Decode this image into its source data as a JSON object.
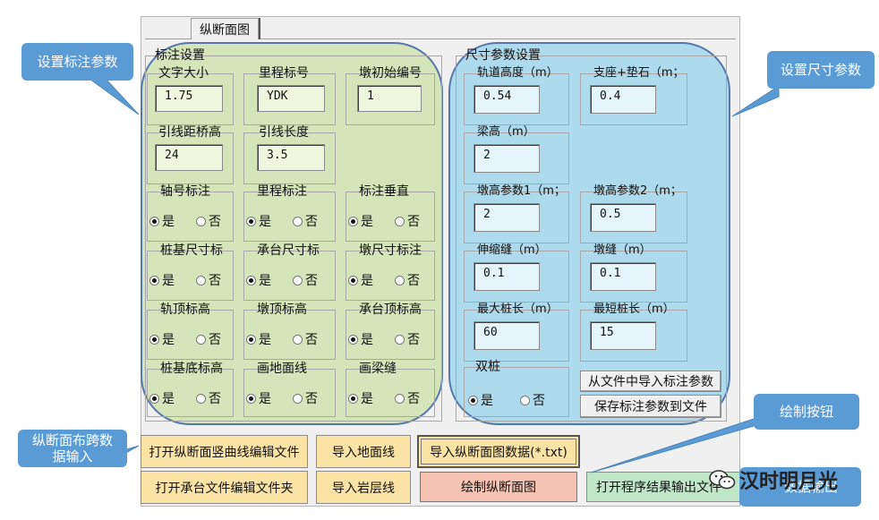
{
  "tab": {
    "label": "纵断面图"
  },
  "left_group": {
    "title": "标注设置",
    "fields": [
      {
        "label": "文字大小",
        "value": "1.75"
      },
      {
        "label": "里程标号",
        "value": "YDK"
      },
      {
        "label": "墩初始编号",
        "value": "1"
      },
      {
        "label": "引线距桥高",
        "value": "24"
      },
      {
        "label": "引线长度",
        "value": "3.5"
      }
    ],
    "yes_label": "是",
    "no_label": "否",
    "radio_groups": [
      {
        "label": "轴号标注",
        "selected": "yes"
      },
      {
        "label": "里程标注",
        "selected": "yes"
      },
      {
        "label": "标注垂直",
        "selected": "yes"
      },
      {
        "label": "桩基尺寸标",
        "selected": "yes"
      },
      {
        "label": "承台尺寸标",
        "selected": "yes"
      },
      {
        "label": "墩尺寸标注",
        "selected": "yes"
      },
      {
        "label": "轨顶标高",
        "selected": "yes"
      },
      {
        "label": "墩顶标高",
        "selected": "yes"
      },
      {
        "label": "承台顶标高",
        "selected": "yes"
      },
      {
        "label": "桩基底标高",
        "selected": "yes"
      },
      {
        "label": "画地面线",
        "selected": "yes"
      },
      {
        "label": "画梁缝",
        "selected": "yes"
      }
    ]
  },
  "right_group": {
    "title": "尺寸参数设置",
    "fields": [
      {
        "label": "轨道高度（m）",
        "value": "0.54"
      },
      {
        "label": "支座+垫石（m；",
        "value": "0.4"
      },
      {
        "label": "梁高（m）",
        "value": "2"
      },
      {
        "label": "墩高参数1（m；",
        "value": "2"
      },
      {
        "label": "墩高参数2（m；",
        "value": "0.5"
      },
      {
        "label": "伸缩缝（m）",
        "value": "0.1"
      },
      {
        "label": "墩缝（m）",
        "value": "0.1"
      },
      {
        "label": "最大桩长（m）",
        "value": "60"
      },
      {
        "label": "最短桩长（m）",
        "value": "15"
      }
    ],
    "double_pile": {
      "label": "双桩",
      "selected": "yes"
    },
    "import_button": "从文件中导入标注参数",
    "save_button": "保存标注参数到文件"
  },
  "buttons": {
    "open_curve_file": "打开纵断面竖曲线编辑文件",
    "import_ground": "导入地面线",
    "import_data": "导入纵断面图数据(*.txt)",
    "open_cap_folder": "打开承台文件编辑文件夹",
    "import_rock": "导入岩层线",
    "draw": "绘制纵断面图",
    "open_output": "打开程序结果输出文件"
  },
  "callouts": {
    "set_annotation": "设置标注参数",
    "set_size": "设置尺寸参数",
    "draw_button": "绘制按钮",
    "span_input": "纵断面布跨数据输入",
    "data_output": "数据输出"
  },
  "watermark": {
    "text": "汉时明月光"
  },
  "colors": {
    "green_overlay": "#c0dc8c",
    "blue_overlay": "#78c8eb",
    "callout": "#5b9bd5",
    "button_orange": "#fbe3a6",
    "button_red": "#f6c2b2",
    "button_green": "#bfe6c6"
  }
}
